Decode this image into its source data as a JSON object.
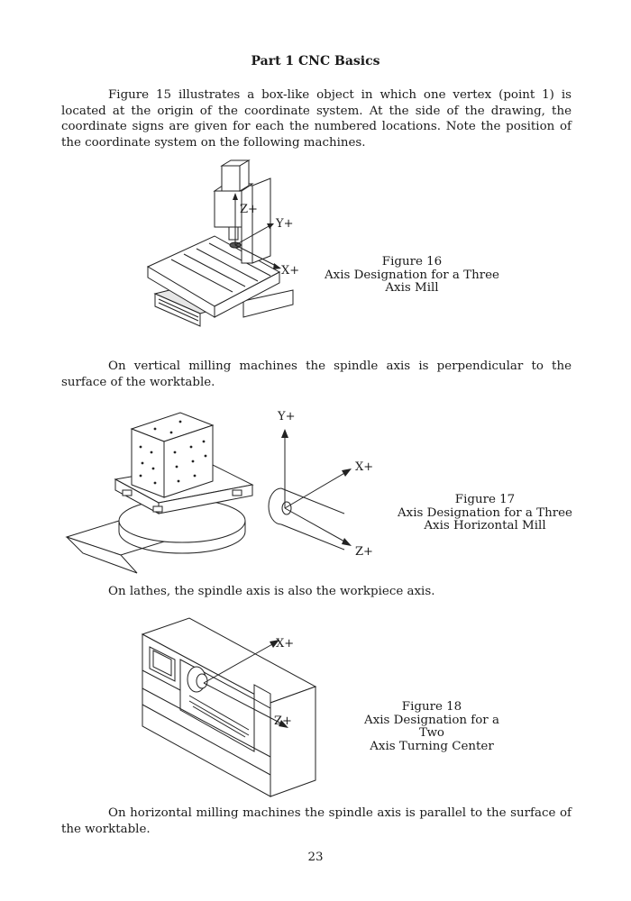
{
  "header": {
    "title": "Part 1 CNC Basics"
  },
  "paragraphs": {
    "p1": "Figure 15  illustrates a box-like object in which one vertex (point 1) is located at the origin of the coordinate system. At the side of the drawing, the coordinate signs are given for each the numbered locations. Note the position of the coordinate system on the following machines.",
    "p2": "On vertical milling machines the spindle axis is perpendicular to the surface of the worktable.",
    "p3": "On lathes, the spindle axis is also the workpiece axis.",
    "p4": "On horizontal milling machines the spindle axis is parallel to the surface of the worktable."
  },
  "figures": {
    "fig16": {
      "caption": [
        "Figure 16",
        "Axis Designation for a Three",
        "Axis Mill"
      ],
      "axis_labels": {
        "z": "Z+",
        "y": "Y+",
        "x": "X+"
      }
    },
    "fig17": {
      "caption": [
        "Figure 17",
        "Axis Designation for a Three",
        "Axis Horizontal Mill"
      ],
      "axis_labels": {
        "y": "Y+",
        "x": "X+",
        "z": "Z+"
      }
    },
    "fig18": {
      "caption": [
        "Figure 18",
        "Axis Designation for a Two",
        "Axis Turning Center"
      ],
      "axis_labels": {
        "x": "X+",
        "z": "Z+"
      }
    }
  },
  "footer": {
    "page_number": "23"
  }
}
